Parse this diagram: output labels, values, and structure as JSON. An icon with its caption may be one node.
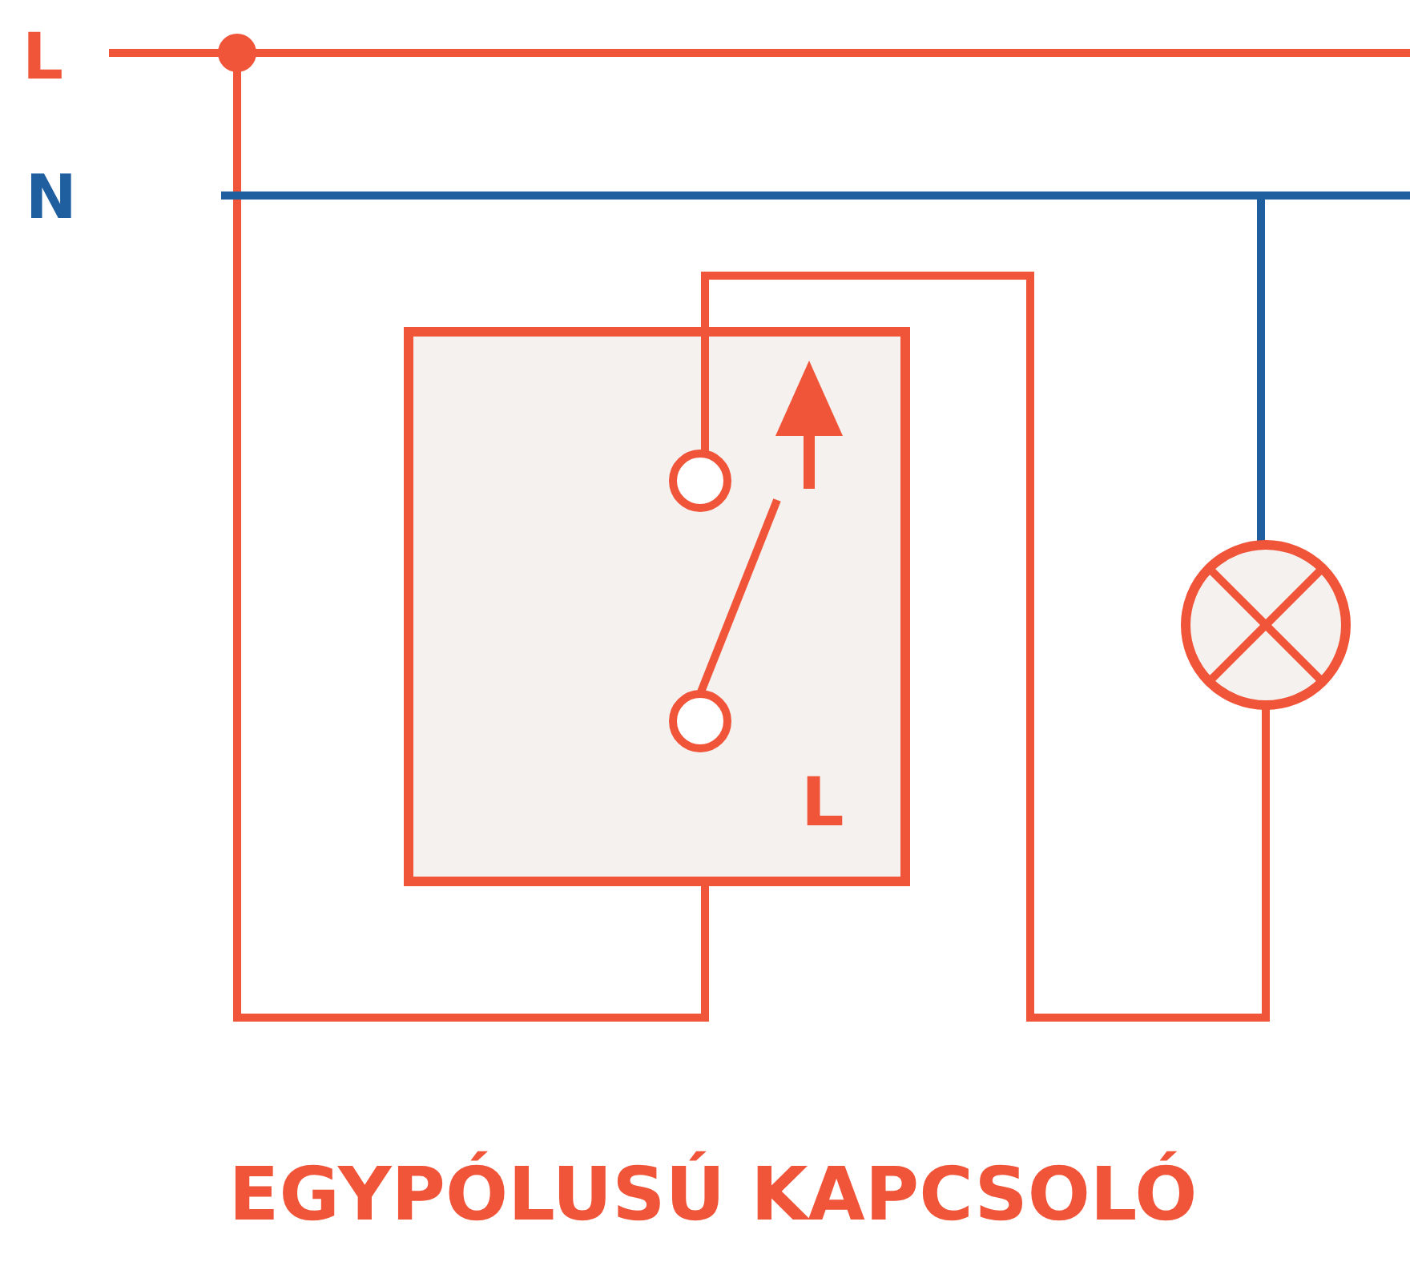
{
  "diagram": {
    "title": "EGYPÓLUSÚ KAPCSOLÓ",
    "labels": [
      "L",
      "N",
      "L"
    ]
  }
}
